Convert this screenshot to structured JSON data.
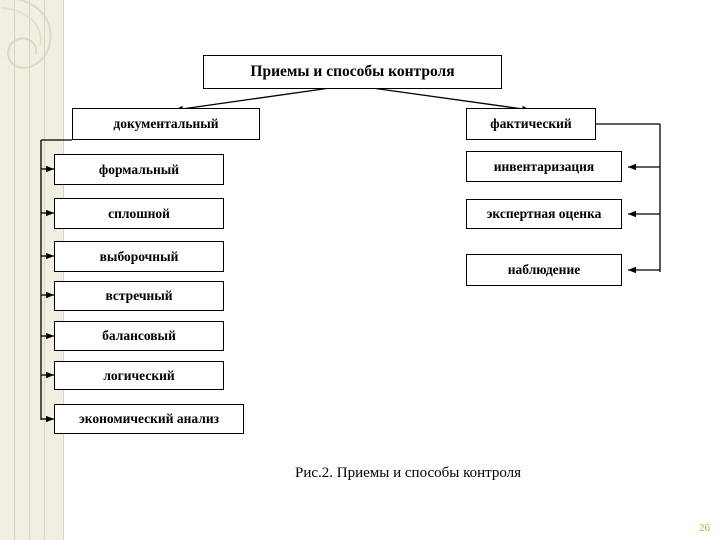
{
  "slide": {
    "title_box": {
      "label": "Приемы и способы контроля"
    },
    "caption": "Рис.2.   Приемы и способы контроля",
    "page_number": "26"
  },
  "diagram": {
    "type": "hierarchy",
    "root": "Приемы и способы контроля",
    "branches": [
      {
        "name": "документальный",
        "children": [
          "формальный",
          "сплошной",
          "выборочный",
          "встречный",
          "балансовый",
          "логический",
          "экономический анализ"
        ]
      },
      {
        "name": "фактический",
        "children": [
          "инвентаризация",
          "экспертная оценка",
          "наблюдение"
        ]
      }
    ]
  },
  "nodes": {
    "root": "Приемы и способы контроля",
    "left_head": "документальный",
    "right_head": "фактический",
    "left_items": [
      "формальный",
      "сплошной",
      "выборочный",
      "встречный",
      "балансовый",
      "логический",
      "экономический анализ"
    ],
    "right_items": [
      "инвентаризация",
      "экспертная оценка",
      "наблюдение"
    ]
  },
  "colors": {
    "band_background": "#f1efe2",
    "band_line": "#d8d4bd",
    "box_border": "#000000",
    "box_fill": "#ffffff",
    "text": "#000000",
    "page_number": "#c8a23a"
  }
}
